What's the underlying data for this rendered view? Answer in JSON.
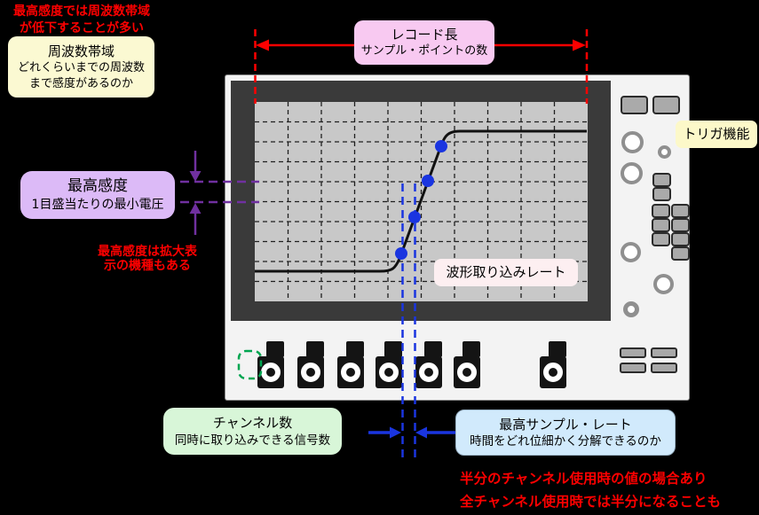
{
  "annotations": {
    "bandwidth_warning": {
      "line1": "最高感度では周波数帯域",
      "line2": "が低下することが多い"
    },
    "bandwidth": {
      "title": "周波数帯域",
      "line1": "どれくらいまでの周波数",
      "line2": "まで感度があるのか"
    },
    "record_length": {
      "title": "レコード長",
      "subtitle": "サンプル・ポイントの数"
    },
    "trigger": {
      "label": "トリガ機能"
    },
    "sensitivity": {
      "title": "最高感度",
      "subtitle": "1目盛当たりの最小電圧"
    },
    "sensitivity_note": {
      "line1": "最高感度は拡大表",
      "line2": "示の機種もある"
    },
    "waveform_capture_rate": {
      "label": "波形取り込みレート"
    },
    "channels": {
      "title": "チャンネル数",
      "subtitle": "同時に取り込みできる信号数"
    },
    "max_sample_rate": {
      "title": "最高サンプル・レート",
      "subtitle": "時間をどれ位細かく分解できるのか"
    },
    "sample_rate_note": {
      "line1": "半分のチャンネル使用時の値の場合あり",
      "line2": "全チャンネル使用時では半分になることも"
    }
  },
  "colors": {
    "background": "#000000",
    "warning_red": "#fe0000",
    "arrow_red": "#fe0000",
    "arrow_purple": "#7030a0",
    "arrow_blue": "#1a35e0",
    "highlight_green": "#00a550",
    "box_yellow": "#fbf9d2",
    "box_pink": "#f8c9f1",
    "box_purple": "#dcbaf7",
    "box_green": "#d8f6d8",
    "box_blue": "#d1eafc",
    "box_pale_pink": "#fdeff1",
    "scope_body": "#f3f3f3",
    "scope_bezel": "#3a3a3a",
    "scope_screen": "#c8c8c8"
  }
}
